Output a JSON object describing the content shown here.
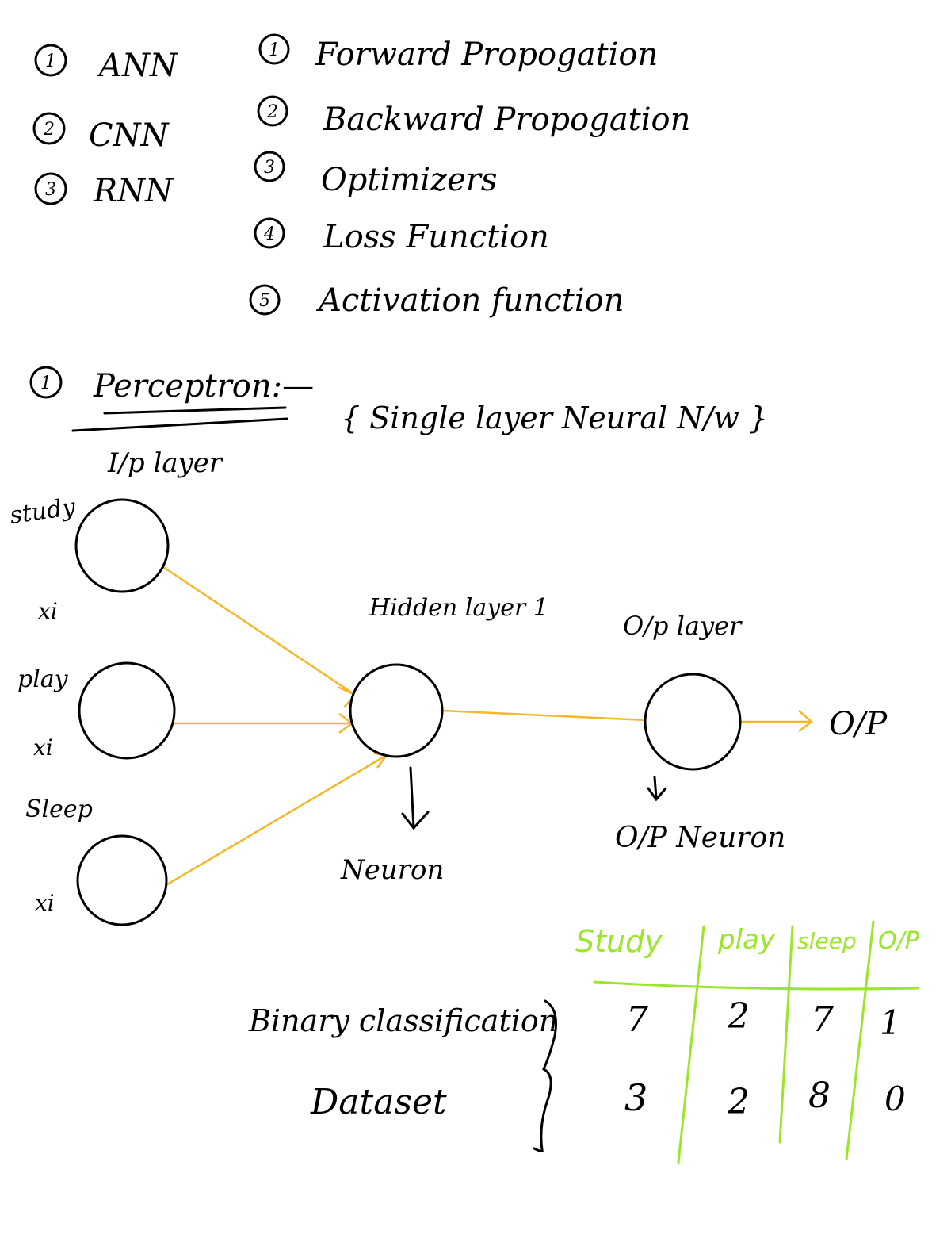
{
  "colors": {
    "ink": "#000000",
    "edge": "#f2b829",
    "table": "#9be52b",
    "background": "#ffffff"
  },
  "networks": [
    {
      "num": "1",
      "label": "ANN"
    },
    {
      "num": "2",
      "label": "CNN"
    },
    {
      "num": "3",
      "label": "RNN"
    }
  ],
  "topics": [
    {
      "num": "1",
      "label": "Forward Propogation"
    },
    {
      "num": "2",
      "label": "Backward Propogation"
    },
    {
      "num": "3",
      "label": "Optimizers"
    },
    {
      "num": "4",
      "label": "Loss Function"
    },
    {
      "num": "5",
      "label": "Activation function"
    }
  ],
  "perceptron": {
    "num": "1",
    "title": "Perceptron:—",
    "note": "{ Single layer Neural N/w }",
    "input_layer_label": "I/p layer"
  },
  "inputs": [
    {
      "name": "study",
      "var": "xi"
    },
    {
      "name": "play",
      "var": "xi"
    },
    {
      "name": "Sleep",
      "var": "xi"
    }
  ],
  "hidden_layer_label": "Hidden layer 1",
  "output_layer_label": "O/p layer",
  "neuron_label": "Neuron",
  "output_neuron_label": "O/P Neuron",
  "output_label": "O/P",
  "dataset": {
    "title_line1": "Binary classification",
    "title_line2": "Dataset",
    "headers": [
      "Study",
      "play",
      "sleep",
      "O/P"
    ],
    "rows": [
      [
        "7",
        "2",
        "7",
        "1"
      ],
      [
        "3",
        "2",
        "8",
        "0"
      ]
    ]
  }
}
